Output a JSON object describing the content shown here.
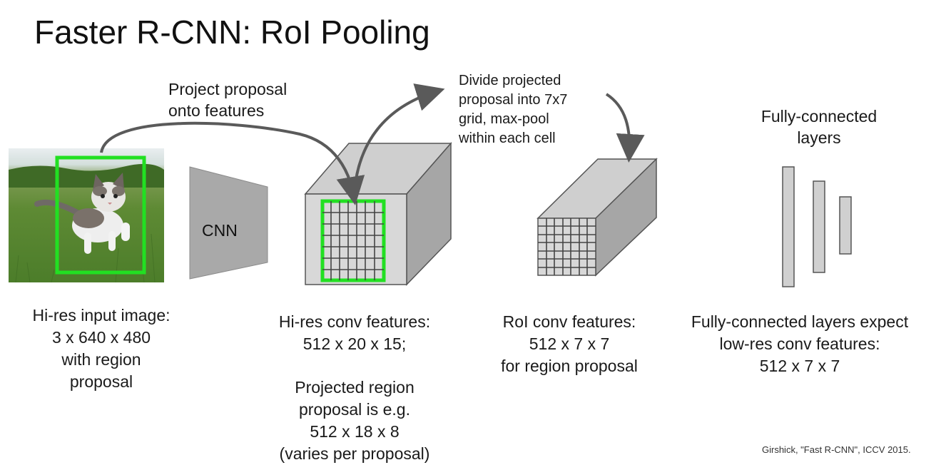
{
  "title": "Faster R-CNN: RoI Pooling",
  "notes": {
    "project": [
      "Project proposal",
      "onto features"
    ],
    "divide": [
      "Divide projected",
      "proposal into 7x7",
      "grid, max-pool",
      "within each cell"
    ],
    "fc": [
      "Fully-connected",
      "layers"
    ]
  },
  "cnn_label": "CNN",
  "captions": {
    "input": [
      "Hi-res input image:",
      "3 x 640 x 480",
      "with region",
      "proposal"
    ],
    "conv": [
      "Hi-res conv features:",
      "512 x 20 x 15;",
      "",
      "Projected region",
      "proposal is e.g.",
      "512 x 18 x 8",
      "(varies per proposal)"
    ],
    "roi": [
      "RoI conv features:",
      "512 x 7 x 7",
      "for region proposal"
    ],
    "fc": [
      "Fully-connected layers expect",
      "low-res conv features:",
      "512 x 7 x 7"
    ]
  },
  "citation": "Girshick, \"Fast R-CNN\", ICCV 2015.",
  "colors": {
    "box_green": "#22e022",
    "face_front": "#d9d9d9",
    "face_top": "#cccccc",
    "face_side": "#a6a6a6",
    "arrow": "#5a5a5a"
  },
  "icons": {
    "photo": "kitten-on-grass-image"
  }
}
